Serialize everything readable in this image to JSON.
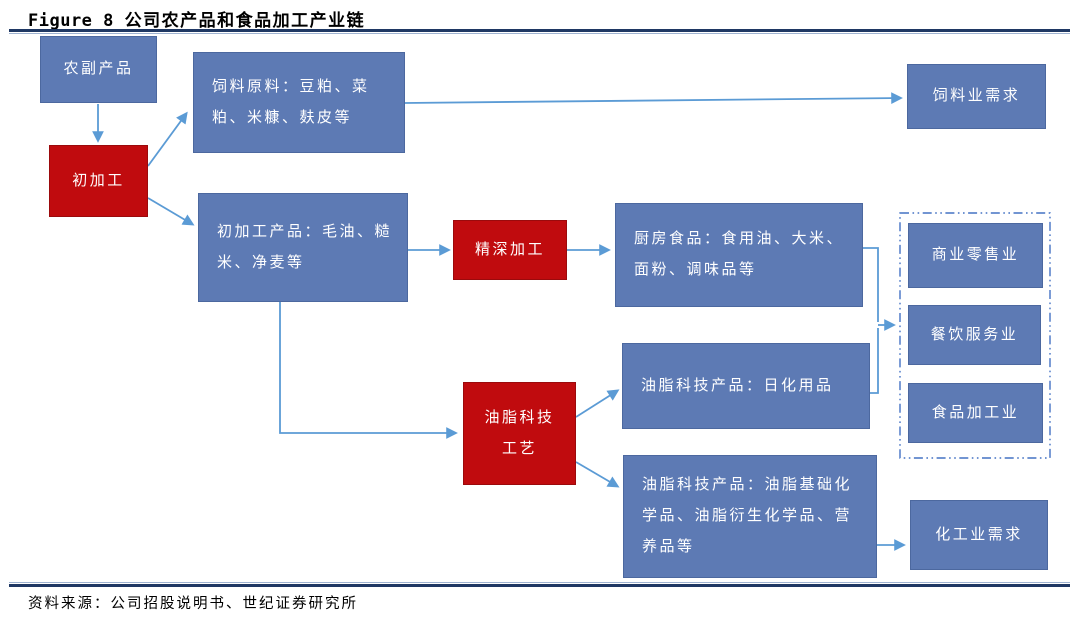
{
  "header": {
    "label": "Figure 8",
    "title": "公司农产品和食品加工产业链"
  },
  "footer": {
    "source": "资料来源：公司招股说明书、世纪证券研究所"
  },
  "colors": {
    "box_blue": "#5d7ab4",
    "box_blue_border": "#4c689f",
    "box_red": "#c00b0e",
    "arrow_blue": "#5b9bd5",
    "rule_dark": "#1f3864",
    "rule_light": "#9fb3d1",
    "dashed_border": "#4472c4",
    "text_white": "#ffffff"
  },
  "nodes": {
    "agri_byproducts": {
      "label": "农副产品"
    },
    "primary_processing": {
      "label": "初加工"
    },
    "feed_materials": {
      "line1": "饲料原料：豆粕、菜",
      "line2": "粕、米糠、麸皮等"
    },
    "primary_products": {
      "line1": "初加工产品：毛油、糙",
      "line2": "米、净麦等"
    },
    "deep_processing": {
      "label": "精深加工"
    },
    "kitchen_foods": {
      "line1": "厨房食品：食用油、大米、",
      "line2": "面粉、调味品等"
    },
    "oleo_process": {
      "line1": "油脂科技",
      "line2": "工艺"
    },
    "oleo_daily": {
      "label": "油脂科技产品：日化用品"
    },
    "oleo_chemicals": {
      "line1": "油脂科技产品：油脂基础化",
      "line2": "学品、油脂衍生化学品、营",
      "line3": "养品等"
    },
    "feed_demand": {
      "label": "饲料业需求"
    },
    "retail": {
      "label": "商业零售业"
    },
    "catering": {
      "label": "餐饮服务业"
    },
    "food_industry": {
      "label": "食品加工业"
    },
    "chemical_demand": {
      "label": "化工业需求"
    }
  }
}
